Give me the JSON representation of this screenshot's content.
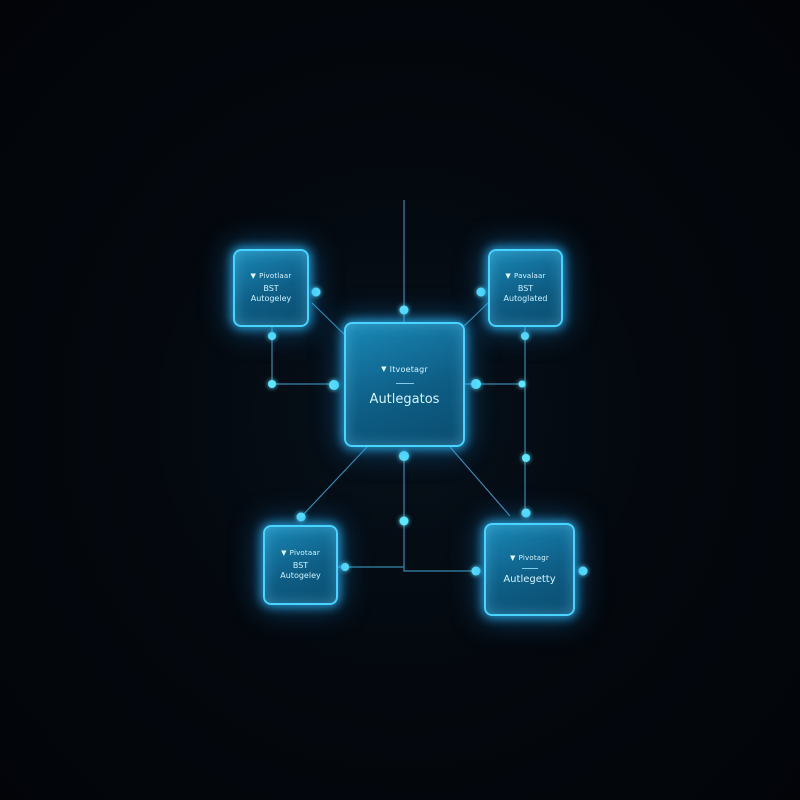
{
  "diagram": {
    "nodes": {
      "top_left": {
        "icon": "shield-icon",
        "header": "Pivotlaar",
        "line1": "BST",
        "line2": "Autogeley"
      },
      "top_right": {
        "icon": "shield-icon",
        "header": "Pavalaar",
        "line1": "BST",
        "line2": "Autoglated"
      },
      "center": {
        "icon": "shield-icon",
        "header": "Itvoetagr",
        "main": "Autlegatos"
      },
      "bottom_left": {
        "icon": "shield-icon",
        "header": "Pivotaar",
        "line1": "BST",
        "line2": "Autogeley"
      },
      "bottom_right": {
        "icon": "shield-icon",
        "header": "Pivotagr",
        "main": "Autlegetty"
      }
    },
    "colors": {
      "background": "#03060b",
      "node_fill": "#0e5e86",
      "node_border": "#49d3ff",
      "wire": "#3f9fc8",
      "dot": "#4fe0ff"
    }
  }
}
